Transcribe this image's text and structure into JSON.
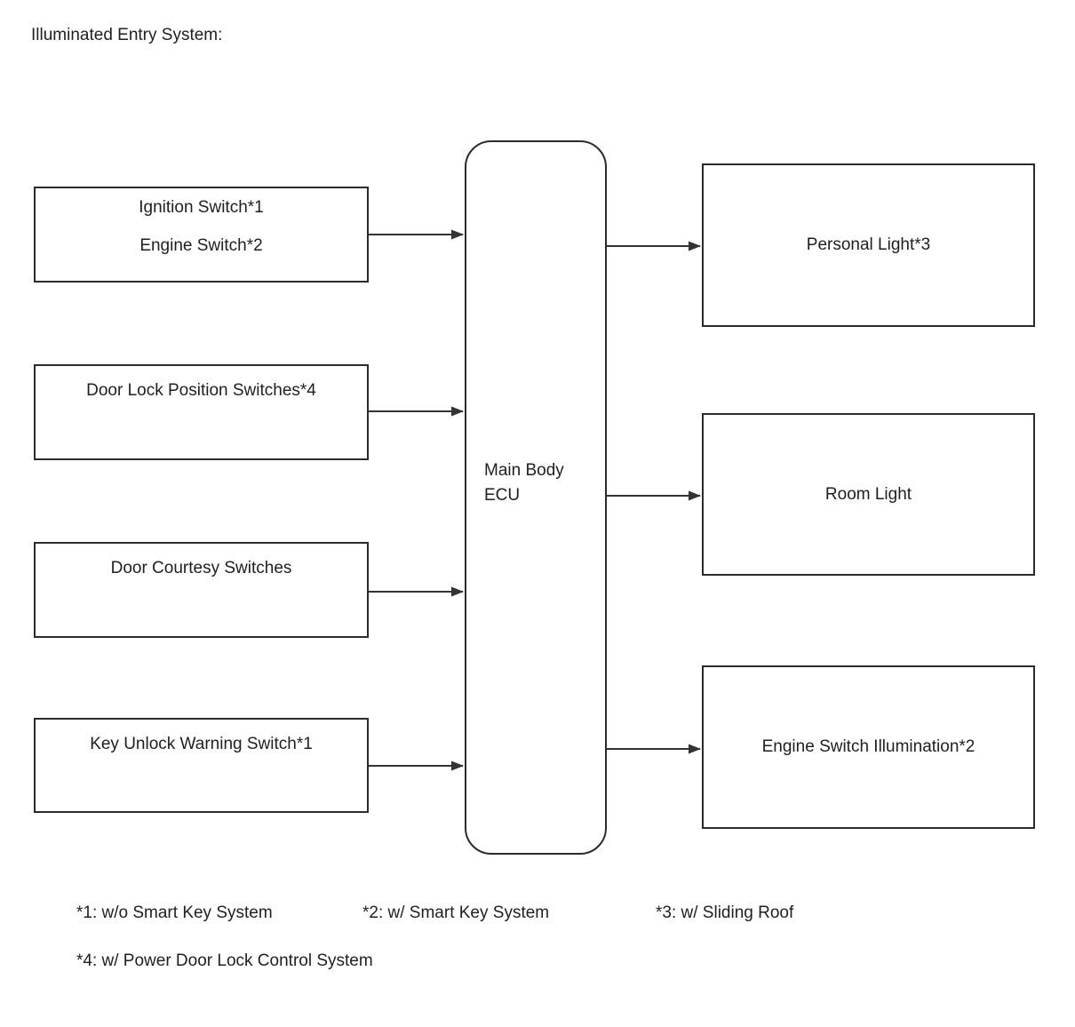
{
  "title": "Illuminated Entry System:",
  "diagram": {
    "inputs": [
      {
        "line1": "Ignition Switch*1",
        "line2": "Engine Switch*2"
      },
      {
        "line1": "Door Lock Position Switches*4"
      },
      {
        "line1": "Door Courtesy Switches"
      },
      {
        "line1": "Key Unlock Warning Switch*1"
      }
    ],
    "ecu": {
      "line1": "Main Body",
      "line2": "ECU"
    },
    "outputs": [
      {
        "label": "Personal Light*3"
      },
      {
        "label": "Room Light"
      },
      {
        "label": "Engine Switch Illumination*2"
      }
    ],
    "footnotes": [
      "*1: w/o Smart Key System",
      "*2: w/ Smart Key System",
      "*3: w/ Sliding Roof",
      "*4: w/ Power Door Lock Control System"
    ]
  },
  "colors": {
    "background": "#ffffff",
    "border": "#2b2b2b",
    "line": "#333333",
    "text": "#1f1f1f"
  }
}
